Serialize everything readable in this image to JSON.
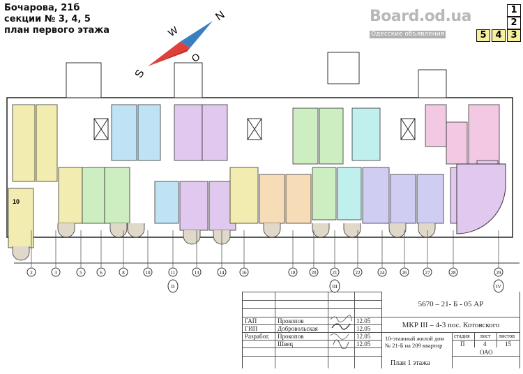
{
  "header": {
    "lines": [
      "Бочарова, 21б",
      "секции № 3, 4, 5",
      "план первого этажа"
    ]
  },
  "compass": {
    "n": "N",
    "s": "S",
    "w": "W",
    "o": "O",
    "colors": {
      "north": "#3a7fc0",
      "south": "#e0403a"
    }
  },
  "sections": {
    "s1": "1",
    "s2": "2",
    "s3": "3",
    "s4": "4",
    "s5": "5",
    "highlight_color": "#f6f0a0"
  },
  "plan": {
    "apartment_colors": [
      "#f3ecb0",
      "#cdeec0",
      "#bfe3f5",
      "#e0c8ee",
      "#f3c8e3",
      "#bff0ee",
      "#f7dcb8",
      "#cfcdf2"
    ],
    "axis_labels": [
      "2",
      "3",
      "5",
      "6",
      "8",
      "10",
      "11",
      "13",
      "14",
      "16",
      "18",
      "20",
      "21",
      "22",
      "24",
      "26",
      "27",
      "28",
      "29"
    ],
    "section_marks": [
      "II",
      "III",
      "IV"
    ],
    "room_label": "10"
  },
  "title_block": {
    "roles": [
      {
        "role": "ГАП",
        "name": "Прокопов",
        "date": "12.05"
      },
      {
        "role": "ГИП",
        "name": "Добровольская",
        "date": "12.05"
      },
      {
        "role": "Разработ.",
        "name": "Прокопов",
        "date": "12.05"
      },
      {
        "role": "",
        "name": "Швец",
        "date": "12.05"
      }
    ],
    "code": "5670 – 21- Б - 05 АР",
    "project": "МКР III – 4-3 пос. Котовского",
    "building": "10-этажный жилой дом № 21-Б на 209 квартир",
    "stage_label": "стадия",
    "sheet_label": "лист",
    "sheets_label": "листов",
    "stage": "П",
    "sheet": "4",
    "sheets": "15",
    "company": "ОАО",
    "sheet_title": "План 1 этажа"
  },
  "watermark": {
    "site": "Board.od.ua",
    "tagline": "Одесские объявления"
  }
}
